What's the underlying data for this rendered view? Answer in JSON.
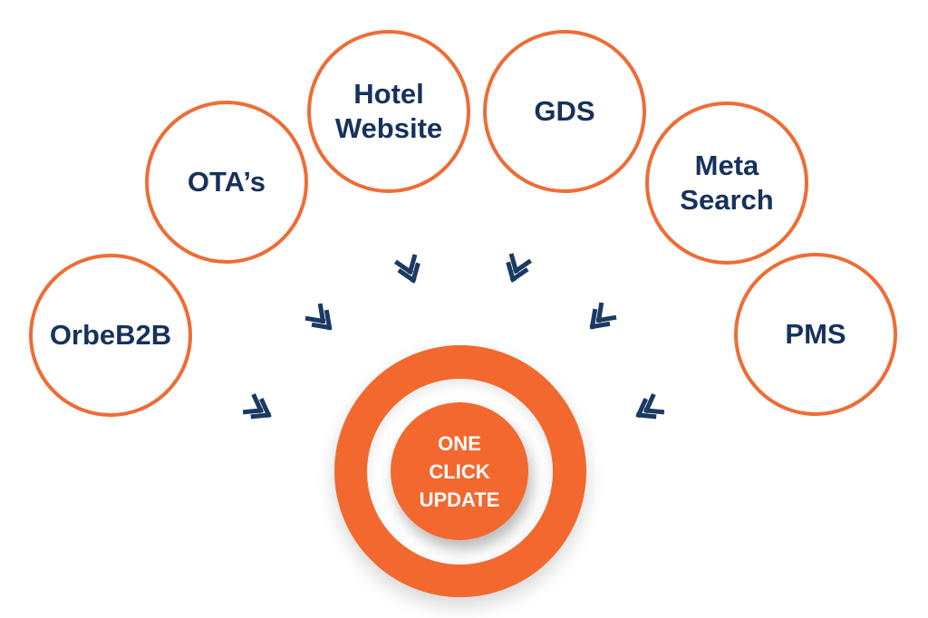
{
  "diagram": {
    "center": {
      "lines": [
        "ONE",
        "CLICK",
        "UPDATE"
      ]
    },
    "channels": [
      {
        "id": "orbeb2b",
        "lines": [
          "OrbeB2B"
        ]
      },
      {
        "id": "otas",
        "lines": [
          "OTA’s"
        ]
      },
      {
        "id": "hotel-website",
        "lines": [
          "Hotel",
          "Website"
        ]
      },
      {
        "id": "gds",
        "lines": [
          "GDS"
        ]
      },
      {
        "id": "meta-search",
        "lines": [
          "Meta",
          "Search"
        ]
      },
      {
        "id": "pms",
        "lines": [
          "PMS"
        ]
      }
    ],
    "colors": {
      "accent": "#EE6C35",
      "text": "#16325C",
      "arrow": "#1B3A63",
      "background": "#FFFFFF"
    },
    "arrow_icon": "double-chevron-icon"
  }
}
